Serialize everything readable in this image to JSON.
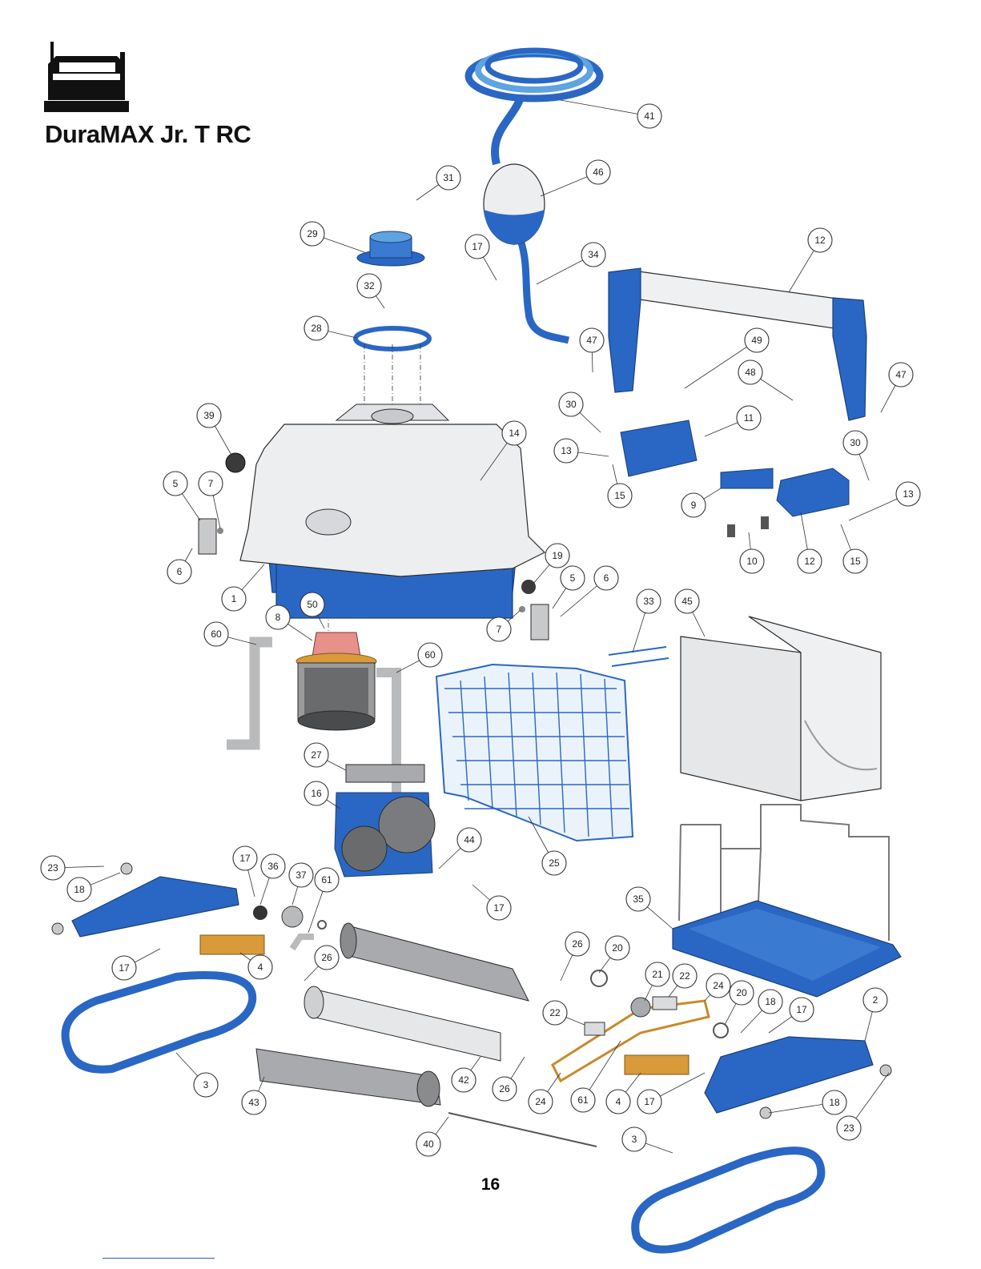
{
  "header": {
    "title": "DuraMAX Jr. T RC",
    "logo_icon": "robot-cleaner-silhouette-icon"
  },
  "footer": {
    "page_number": "16"
  },
  "colors": {
    "part_blue": "#2a67c4",
    "part_light_blue": "#5fa3e0",
    "part_grey": "#e6e7e9",
    "part_orange": "#d99a3a",
    "part_pink": "#e8908a",
    "outline": "#2b2b2b"
  },
  "callouts": [
    {
      "id": "c41",
      "label": "41"
    },
    {
      "id": "c46",
      "label": "46"
    },
    {
      "id": "c31",
      "label": "31"
    },
    {
      "id": "c29",
      "label": "29"
    },
    {
      "id": "c17a",
      "label": "17"
    },
    {
      "id": "c34",
      "label": "34"
    },
    {
      "id": "c12a",
      "label": "12"
    },
    {
      "id": "c32",
      "label": "32"
    },
    {
      "id": "c28",
      "label": "28"
    },
    {
      "id": "c47a",
      "label": "47"
    },
    {
      "id": "c49",
      "label": "49"
    },
    {
      "id": "c48",
      "label": "48"
    },
    {
      "id": "c47b",
      "label": "47"
    },
    {
      "id": "c39",
      "label": "39"
    },
    {
      "id": "c30a",
      "label": "30"
    },
    {
      "id": "c11",
      "label": "11"
    },
    {
      "id": "c14",
      "label": "14"
    },
    {
      "id": "c13a",
      "label": "13"
    },
    {
      "id": "c30b",
      "label": "30"
    },
    {
      "id": "c5a",
      "label": "5"
    },
    {
      "id": "c7a",
      "label": "7"
    },
    {
      "id": "c15a",
      "label": "15"
    },
    {
      "id": "c9",
      "label": "9"
    },
    {
      "id": "c13b",
      "label": "13"
    },
    {
      "id": "c10",
      "label": "10"
    },
    {
      "id": "c12b",
      "label": "12"
    },
    {
      "id": "c15b",
      "label": "15"
    },
    {
      "id": "c6a",
      "label": "6"
    },
    {
      "id": "c19",
      "label": "19"
    },
    {
      "id": "c1",
      "label": "1"
    },
    {
      "id": "c5b",
      "label": "5"
    },
    {
      "id": "c6b",
      "label": "6"
    },
    {
      "id": "c8",
      "label": "8"
    },
    {
      "id": "c50",
      "label": "50"
    },
    {
      "id": "c7b",
      "label": "7"
    },
    {
      "id": "c33",
      "label": "33"
    },
    {
      "id": "c45",
      "label": "45"
    },
    {
      "id": "c60a",
      "label": "60"
    },
    {
      "id": "c60b",
      "label": "60"
    },
    {
      "id": "c27",
      "label": "27"
    },
    {
      "id": "c16",
      "label": "16"
    },
    {
      "id": "c44",
      "label": "44"
    },
    {
      "id": "c25",
      "label": "25"
    },
    {
      "id": "c23a",
      "label": "23"
    },
    {
      "id": "c17b",
      "label": "17"
    },
    {
      "id": "c36",
      "label": "36"
    },
    {
      "id": "c37",
      "label": "37"
    },
    {
      "id": "c61a",
      "label": "61"
    },
    {
      "id": "c18a",
      "label": "18"
    },
    {
      "id": "c17c",
      "label": "17"
    },
    {
      "id": "c35",
      "label": "35"
    },
    {
      "id": "c26a",
      "label": "26"
    },
    {
      "id": "c20a",
      "label": "20"
    },
    {
      "id": "c17d",
      "label": "17"
    },
    {
      "id": "c4a",
      "label": "4"
    },
    {
      "id": "c26b",
      "label": "26"
    },
    {
      "id": "c21",
      "label": "21"
    },
    {
      "id": "c22a",
      "label": "22"
    },
    {
      "id": "c24a",
      "label": "24"
    },
    {
      "id": "c20b",
      "label": "20"
    },
    {
      "id": "c18b",
      "label": "18"
    },
    {
      "id": "c17e",
      "label": "17"
    },
    {
      "id": "c2",
      "label": "2"
    },
    {
      "id": "c22b",
      "label": "22"
    },
    {
      "id": "c3a",
      "label": "3"
    },
    {
      "id": "c42",
      "label": "42"
    },
    {
      "id": "c26c",
      "label": "26"
    },
    {
      "id": "c24b",
      "label": "24"
    },
    {
      "id": "c61b",
      "label": "61"
    },
    {
      "id": "c4b",
      "label": "4"
    },
    {
      "id": "c17f",
      "label": "17"
    },
    {
      "id": "c18c",
      "label": "18"
    },
    {
      "id": "c43",
      "label": "43"
    },
    {
      "id": "c40",
      "label": "40"
    },
    {
      "id": "c3b",
      "label": "3"
    },
    {
      "id": "c23b",
      "label": "23"
    }
  ]
}
